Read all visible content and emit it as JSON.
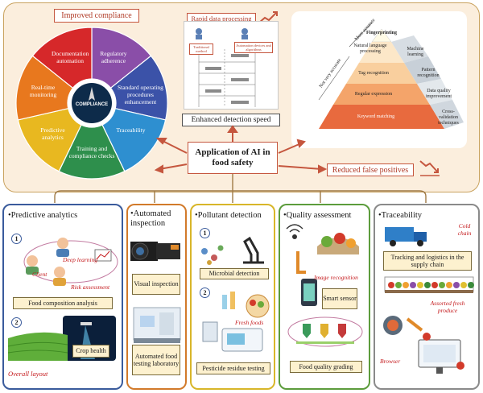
{
  "center": {
    "title": "Application of AI in food safety"
  },
  "top": {
    "improved_compliance": "Improved compliance",
    "rapid_processing": "Rapid data processing",
    "enhanced_speed": "Enhanced detection speed",
    "reduced_false": "Reduced false positives",
    "flow": {
      "left_box": "Traditional method",
      "right_box": "Automation devices and algorithms"
    },
    "wheel": {
      "center_text": "COMPLIANCE",
      "segments": [
        "Regulatory adherence",
        "Standard operating procedures enhancement",
        "Traceability",
        "Training and compliance checks",
        "Predictive analytics",
        "Real-time monitoring",
        "Documentation automation"
      ]
    },
    "pyramid": {
      "more_accurate": "More accurate",
      "not_accurate": "Not very accurate",
      "levels": [
        "Fingerprinting",
        "Natural language processing",
        "Machine learning",
        "Tag recognition",
        "Pattern recognition",
        "Regular expression",
        "Data quality improvement",
        "Keyword matching",
        "Cross-validation techniques"
      ]
    }
  },
  "panels": {
    "predictive": {
      "title": "•Predictive analytics",
      "num1": "1",
      "num2": "2",
      "deep_learning": "Deep learning",
      "client": "Client",
      "risk": "Risk assessment",
      "food_comp": "Food composition analysis",
      "overall": "Overall layout",
      "crop": "Crop health"
    },
    "automated": {
      "title": "•Automated inspection",
      "visual": "Visual inspection",
      "lab": "Automated food testing laboratory"
    },
    "pollutant": {
      "title": "•Pollutant detection",
      "num1": "1",
      "num2": "2",
      "microbial": "Microbial detection",
      "fresh": "Fresh foods",
      "pesticide": "Pesticide residue testing"
    },
    "quality": {
      "title": "•Quality assessment",
      "image_rec": "Image recognition",
      "smart": "Smart sensor",
      "grading": "Food quality grading"
    },
    "trace": {
      "title": "•Traceability",
      "cold": "Cold chain",
      "tracking": "Tracking and logistics in the supply chain",
      "assorted": "Assorted fresh produce",
      "browser": "Browser"
    }
  },
  "colors": {
    "predictive": "#3a5b9c",
    "automated": "#d27a2a",
    "pollutant": "#d8b629",
    "quality": "#5c9c3c",
    "trace": "#8a8a8a"
  }
}
